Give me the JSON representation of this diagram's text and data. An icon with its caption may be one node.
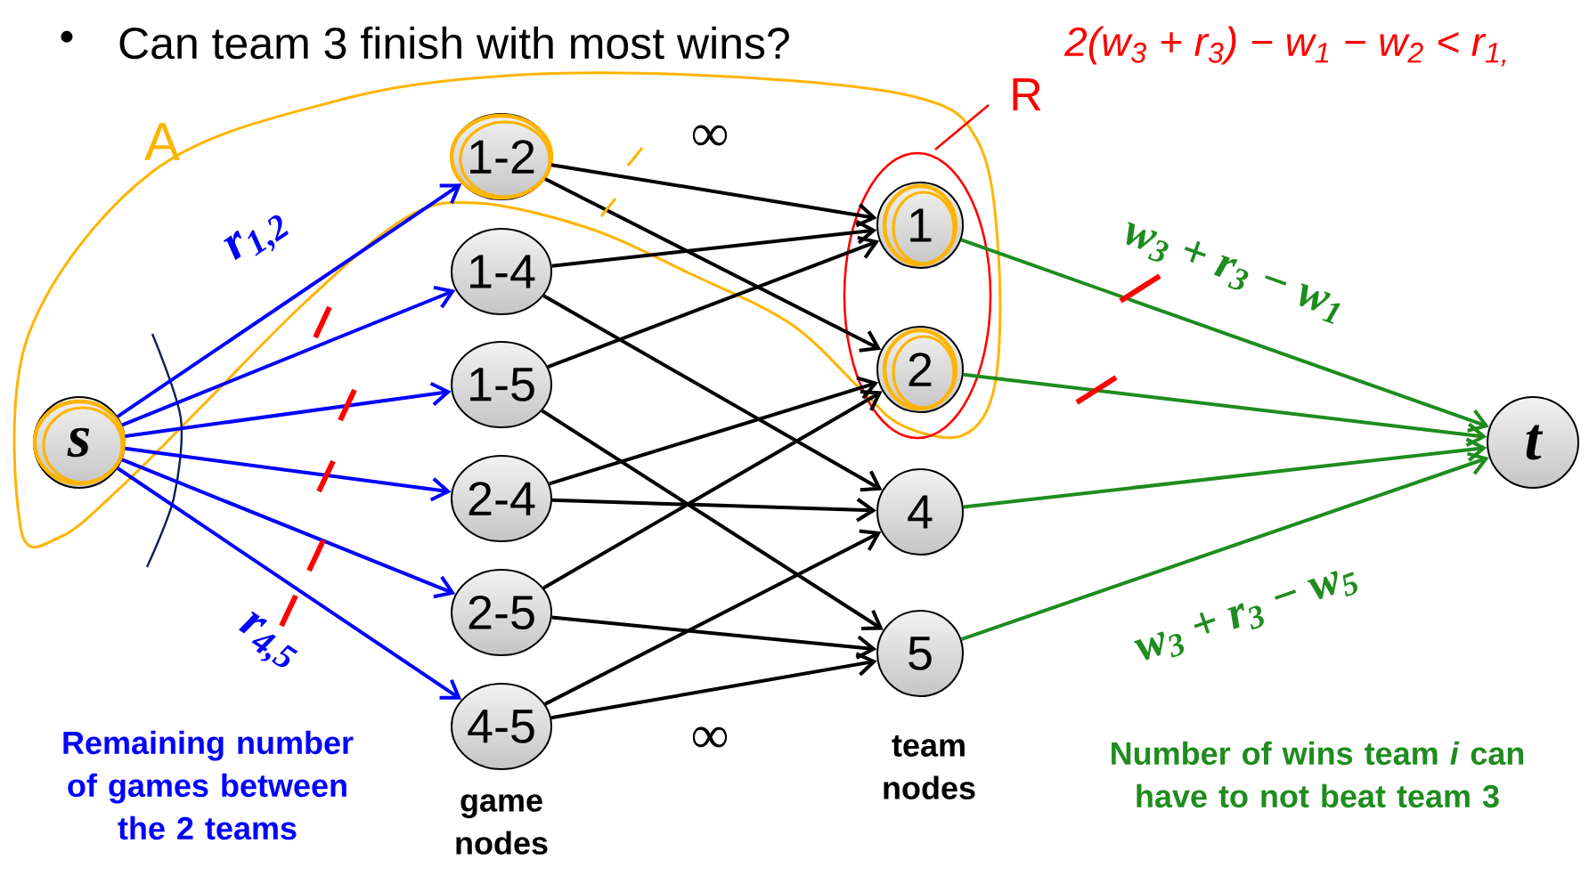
{
  "diagram": {
    "title": "Can team 3 finish with most wins?",
    "nodes": [
      {
        "text": [
          "s"
        ]
      },
      {
        "text": [
          "1-2"
        ]
      },
      {
        "text": [
          "1-4"
        ]
      },
      {
        "text": [
          "1-5"
        ]
      },
      {
        "text": [
          "2-4"
        ]
      },
      {
        "text": [
          "2-5"
        ]
      },
      {
        "text": [
          "4-5"
        ]
      },
      {
        "text": [
          "1"
        ]
      },
      {
        "text": [
          "2"
        ]
      },
      {
        "text": [
          "4"
        ]
      },
      {
        "text": [
          "5"
        ]
      },
      {
        "text": [
          "t"
        ]
      }
    ],
    "edges": [
      {
        "from": 0,
        "to": 1,
        "arrow": "to",
        "color": "#0000ff",
        "label": "r$_{1,2}$"
      },
      {
        "from": 0,
        "to": 2,
        "arrow": "to",
        "color": "#0000ff"
      },
      {
        "from": 0,
        "to": 3,
        "arrow": "to",
        "color": "#0000ff"
      },
      {
        "from": 0,
        "to": 4,
        "arrow": "to",
        "color": "#0000ff"
      },
      {
        "from": 0,
        "to": 5,
        "arrow": "to",
        "color": "#0000ff"
      },
      {
        "from": 0,
        "to": 6,
        "arrow": "to",
        "color": "#0000ff",
        "label": "r$_{4,5}$"
      },
      {
        "from": 1,
        "to": 7,
        "arrow": "to",
        "label": "∞"
      },
      {
        "from": 1,
        "to": 8,
        "arrow": "to"
      },
      {
        "from": 2,
        "to": 7,
        "arrow": "to"
      },
      {
        "from": 2,
        "to": 9,
        "arrow": "to"
      },
      {
        "from": 3,
        "to": 7,
        "arrow": "to"
      },
      {
        "from": 3,
        "to": 10,
        "arrow": "to"
      },
      {
        "from": 4,
        "to": 8,
        "arrow": "to"
      },
      {
        "from": 4,
        "to": 9,
        "arrow": "to"
      },
      {
        "from": 5,
        "to": 8,
        "arrow": "to"
      },
      {
        "from": 5,
        "to": 10,
        "arrow": "to"
      },
      {
        "from": 6,
        "to": 9,
        "arrow": "to"
      },
      {
        "from": 6,
        "to": 10,
        "arrow": "to",
        "label": "∞"
      },
      {
        "from": 7,
        "to": 11,
        "arrow": "to",
        "color": "#1e8c1e",
        "label": "w$_{3}$ + r$_{3}$ − w$_{1}$"
      },
      {
        "from": 8,
        "to": 11,
        "arrow": "to",
        "color": "#1e8c1e"
      },
      {
        "from": 9,
        "to": 11,
        "arrow": "to",
        "color": "#1e8c1e"
      },
      {
        "from": 10,
        "to": 11,
        "arrow": "to",
        "color": "#1e8c1e",
        "label": "w$_{3}$ + r$_{3}$ − w$_{5}$"
      }
    ],
    "labels": [
      "•",
      "A",
      "R",
      "2(w$_{3}$ + r$_{3}$) − w$_{1}$ − w$_{2}$ < r$_{1,}$",
      "Remaining number of games between the 2 teams",
      "game nodes",
      "team nodes",
      "Number of wins team *i* can have to not beat team 3"
    ]
  }
}
